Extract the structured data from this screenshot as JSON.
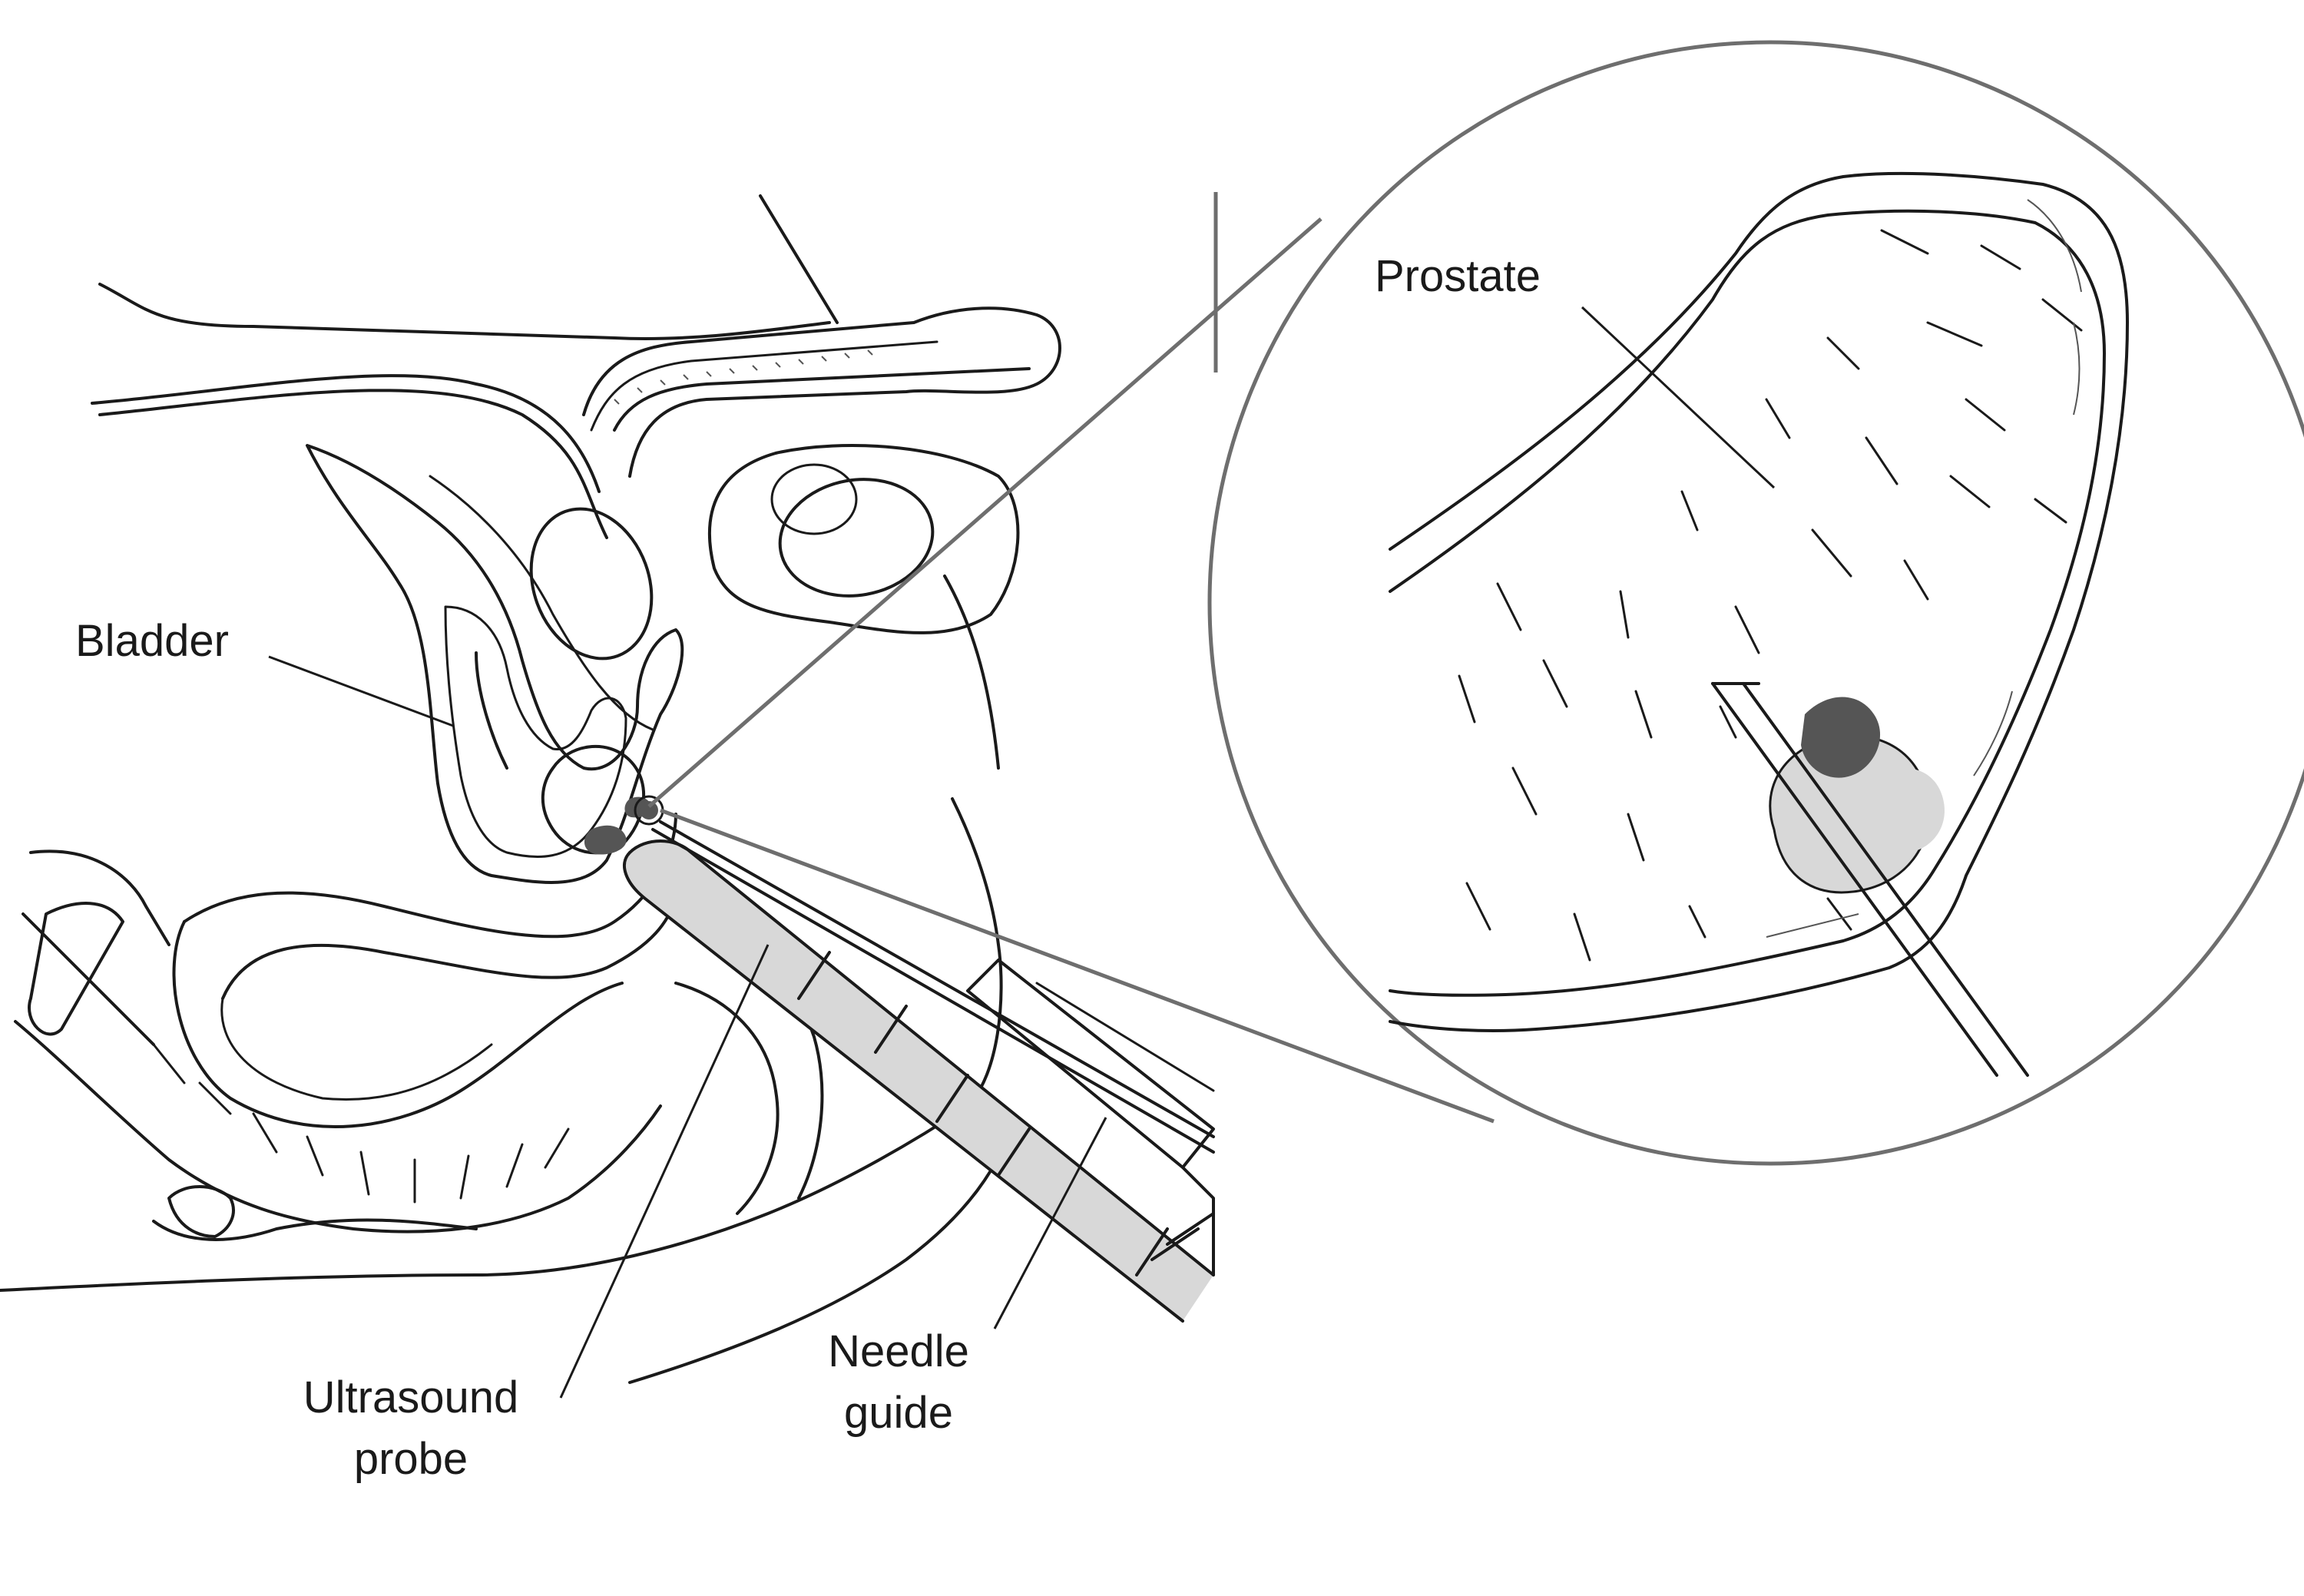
{
  "labels": {
    "bladder": "Bladder",
    "prostate": "Prostate",
    "ultrasound_line1": "Ultrasound",
    "ultrasound_line2": "probe",
    "needle_line1": "Needle",
    "needle_line2": "guide"
  },
  "colors": {
    "ink": "#1a1a1a",
    "magnifier_outline": "#6e6e6e",
    "background": "#ffffff"
  }
}
